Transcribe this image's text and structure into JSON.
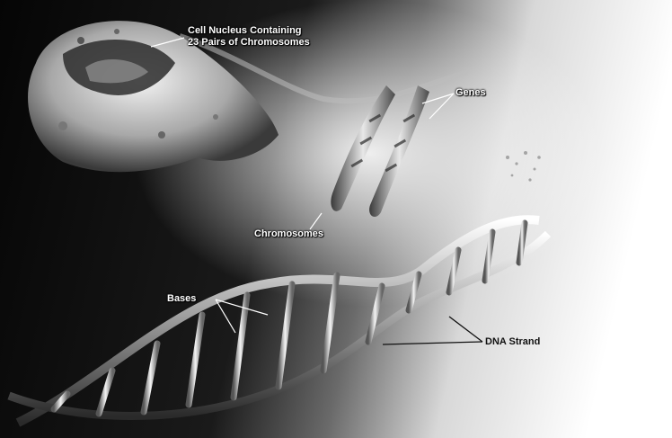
{
  "labels": {
    "nucleus_line1": "Cell Nucleus Containing",
    "nucleus_line2": "23 Pairs of Chromosomes",
    "genes": "Genes",
    "chromosomes": "Chromosomes",
    "bases": "Bases",
    "dna_strand": "DNA Strand"
  },
  "colors": {
    "background_dark": "#0a0a0a",
    "background_light": "#ffffff",
    "label_text": "#ffffff",
    "label_text_dark": "#111111"
  }
}
